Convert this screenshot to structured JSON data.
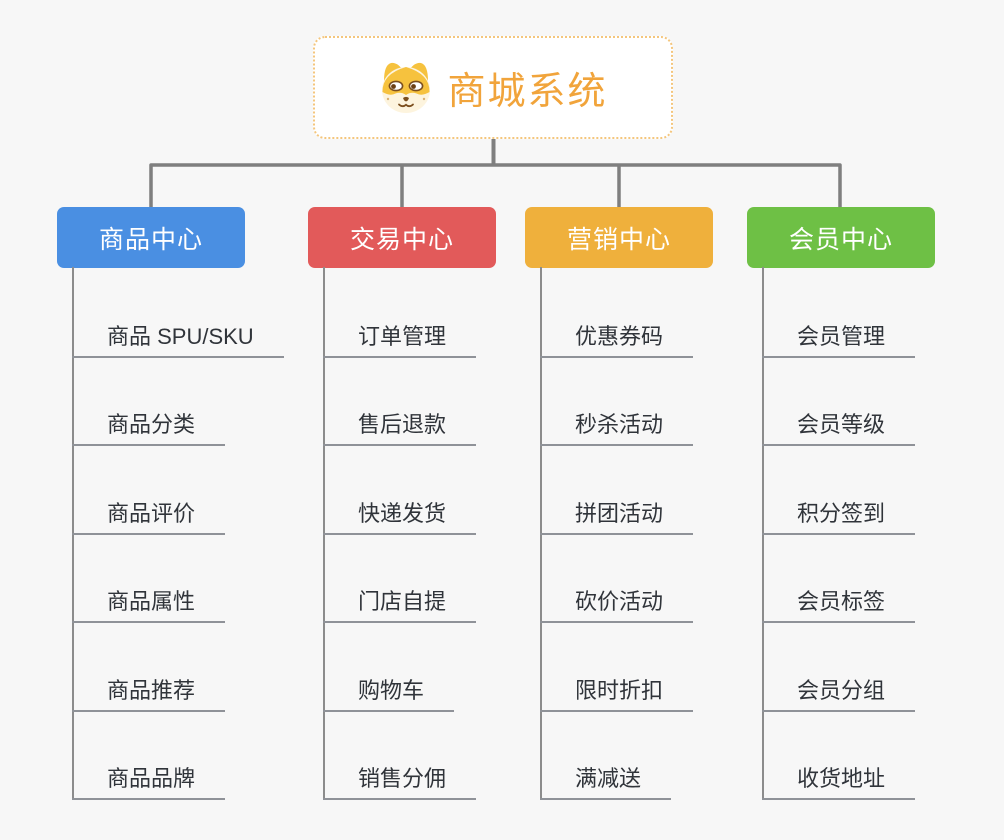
{
  "root": {
    "title": "商城系统",
    "icon": "dog-face-icon",
    "accent_color": "#f1a43b",
    "border_color": "#f4c67d"
  },
  "connector_color": "#7f7f7f",
  "background_color": "#f7f7f7",
  "branches": [
    {
      "label": "商品中心",
      "color": "#4a8fe2",
      "items": [
        "商品 SPU/SKU",
        "商品分类",
        "商品评价",
        "商品属性",
        "商品推荐",
        "商品品牌"
      ]
    },
    {
      "label": "交易中心",
      "color": "#e25a5a",
      "items": [
        "订单管理",
        "售后退款",
        "快递发货",
        "门店自提",
        "购物车",
        "销售分佣"
      ]
    },
    {
      "label": "营销中心",
      "color": "#efb03c",
      "items": [
        "优惠券码",
        "秒杀活动",
        "拼团活动",
        "砍价活动",
        "限时折扣",
        "满减送"
      ]
    },
    {
      "label": "会员中心",
      "color": "#6ec045",
      "items": [
        "会员管理",
        "会员等级",
        "积分签到",
        "会员标签",
        "会员分组",
        "收货地址"
      ]
    }
  ]
}
